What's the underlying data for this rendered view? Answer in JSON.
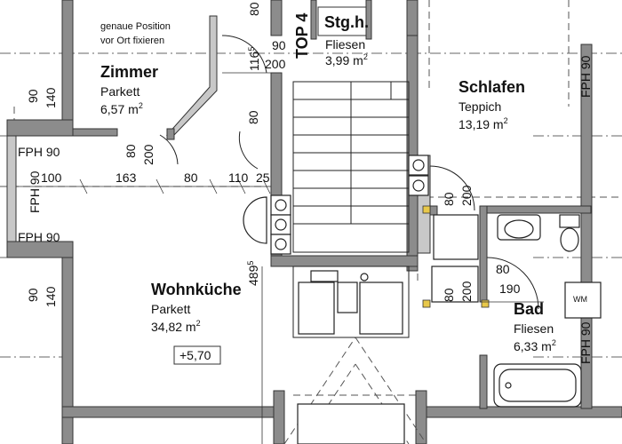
{
  "rooms": {
    "zimmer": {
      "name": "Zimmer",
      "floor": "Parkett",
      "area": "6,57 m",
      "sup": "2"
    },
    "schlafen": {
      "name": "Schlafen",
      "floor": "Teppich",
      "area": "13,19 m",
      "sup": "2"
    },
    "wohnkueche": {
      "name": "Wohnküche",
      "floor": "Parkett",
      "area": "34,82 m",
      "sup": "2"
    },
    "bad": {
      "name": "Bad",
      "floor": "Fliesen",
      "area": "6,33 m",
      "sup": "2"
    },
    "stgh": {
      "name": "Stg.h.",
      "floor": "Fliesen",
      "area": "3,99 m",
      "sup": "2"
    }
  },
  "notes": {
    "position_line1": "genaue Position",
    "position_line2": "vor Ort fixieren",
    "top": "TOP 4",
    "level": "+5,70",
    "wm": "WM"
  },
  "dimensions": {
    "d90a": "90",
    "d200a": "200",
    "d116": "116",
    "d116sup": "5",
    "d80a": "80",
    "d80top": "80",
    "d80b": "80",
    "d200b": "200",
    "d163": "163",
    "d100": "100",
    "d80c": "80",
    "d110": "110",
    "d25": "25",
    "d90b": "90",
    "d140a": "140",
    "d90c": "90",
    "d140b": "140",
    "d489": "489",
    "d489sup": "5",
    "d80d": "80",
    "d200c": "200",
    "d80e": "80",
    "d200d": "200",
    "d80f": "80",
    "d190": "190"
  },
  "labels": {
    "fph_left_top": "FPH 90",
    "fph_left_mid": "FPH 90",
    "fph_left_bot": "FPH 90",
    "fph_right_top": "FPH 90",
    "fph_right_bot": "FPH 90"
  }
}
